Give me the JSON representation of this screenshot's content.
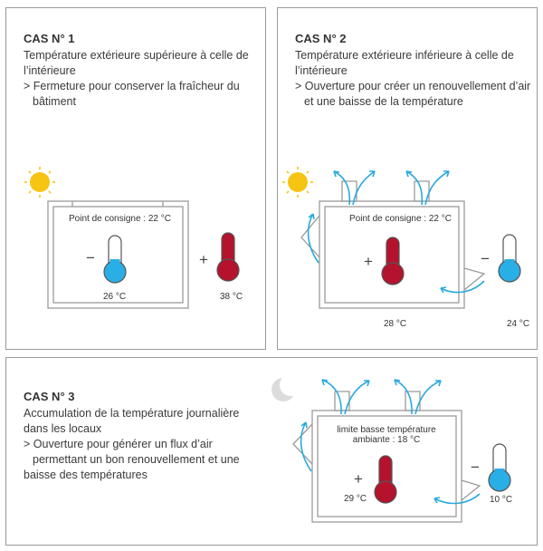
{
  "case1": {
    "title": "CAS N° 1",
    "desc_lines": [
      "Température extérieure supérieure à celle de",
      "l’intérieure",
      "> Fermeture pour conserver la fraîcheur du",
      "bâtiment"
    ],
    "setpoint": "Point de consigne : 22 °C",
    "inside_temp": "26 °C",
    "outside_temp": "38 °C",
    "minus": "−",
    "plus": "+"
  },
  "case2": {
    "title": "CAS N° 2",
    "desc_lines": [
      "Température extérieure inférieure à celle de",
      "l’intérieure",
      "> Ouverture pour créer un renouvellement d’air",
      "et une baisse de la température"
    ],
    "setpoint": "Point de consigne : 22 °C",
    "inside_temp": "28 °C",
    "outside_temp": "24 °C",
    "plus": "+",
    "minus": "−"
  },
  "case3": {
    "title": "CAS N° 3",
    "desc_lines": [
      "Accumulation de la température journalière",
      "dans les locaux",
      "> Ouverture pour générer un flux d’air",
      "permettant un bon renouvellement et une",
      "baisse des températures"
    ],
    "limit_line1": "limite basse température",
    "limit_line2": "ambiante : 18 °C",
    "inside_temp": "29 °C",
    "outside_temp": "10 °C",
    "plus": "+",
    "minus": "−"
  },
  "colors": {
    "hot": "#b5122d",
    "cold": "#29aee6",
    "arrow": "#2aa9df",
    "sun": "#f6c514",
    "moon": "#dcdcdc",
    "frame": "#9a9a9a"
  },
  "icons": [
    "sun-icon",
    "moon-icon",
    "thermometer-icon",
    "airflow-arrow-icon"
  ]
}
